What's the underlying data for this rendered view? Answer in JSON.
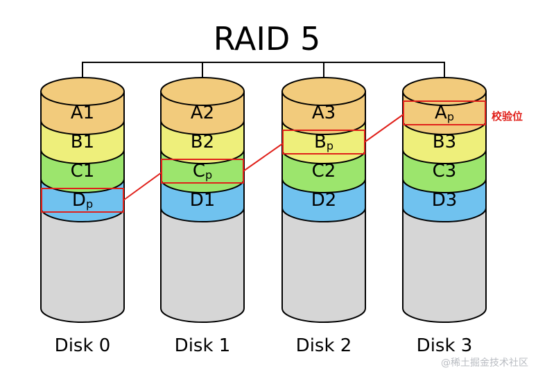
{
  "title": "RAID 5",
  "colors": {
    "A": "#f2cb7c",
    "B": "#eeef7b",
    "C": "#9ce56d",
    "D": "#70c2ef",
    "empty": "#d6d6d6",
    "highlight": "#e0201a"
  },
  "disks": [
    {
      "label": "Disk 0",
      "blocks": [
        {
          "main": "A1",
          "sub": ""
        },
        {
          "main": "B1",
          "sub": ""
        },
        {
          "main": "C1",
          "sub": ""
        },
        {
          "main": "D",
          "sub": "p"
        }
      ]
    },
    {
      "label": "Disk 1",
      "blocks": [
        {
          "main": "A2",
          "sub": ""
        },
        {
          "main": "B2",
          "sub": ""
        },
        {
          "main": "C",
          "sub": "p"
        },
        {
          "main": "D1",
          "sub": ""
        }
      ]
    },
    {
      "label": "Disk 2",
      "blocks": [
        {
          "main": "A3",
          "sub": ""
        },
        {
          "main": "B",
          "sub": "p"
        },
        {
          "main": "C2",
          "sub": ""
        },
        {
          "main": "D2",
          "sub": ""
        }
      ]
    },
    {
      "label": "Disk 3",
      "blocks": [
        {
          "main": "A",
          "sub": "p"
        },
        {
          "main": "B3",
          "sub": ""
        },
        {
          "main": "C3",
          "sub": ""
        },
        {
          "main": "D3",
          "sub": ""
        }
      ]
    }
  ],
  "parity_annotation": "校验位",
  "watermark": "@稀土掘金技术社区"
}
